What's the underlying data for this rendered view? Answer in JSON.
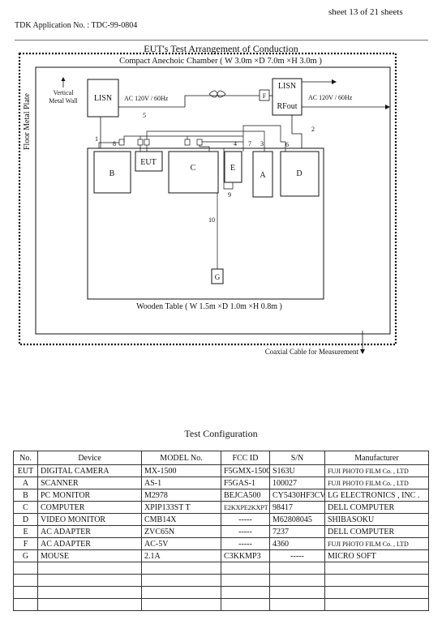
{
  "header": {
    "sheet": "sheet 13 of 21 sheets",
    "application": "TDK Application No. : TDC-99-0804"
  },
  "diagram": {
    "title": "EUT's Test Arrangement of Conduction",
    "chamber": "Compact Anechoic Chamber ( W 3.0m ×D 7.0m ×H 3.0m )",
    "floor_plate": "Floor Metal Plate",
    "wall_line1": "Vertical",
    "wall_line2": "Metal Wall",
    "lisn_left": "LISN",
    "lisn_right": "LISN",
    "rfout": "RFout",
    "ac_left": "AC 120V / 60Hz",
    "ac_right": "AC 120V / 60Hz",
    "filter": "F",
    "boxes": {
      "B": "B",
      "EUT": "EUT",
      "C": "C",
      "E": "E",
      "A": "A",
      "D": "D",
      "G": "G"
    },
    "cables": [
      "1",
      "2",
      "3",
      "4",
      "5",
      "6",
      "7",
      "8",
      "9",
      "10"
    ],
    "table": "Wooden Table ( W 1.5m ×D 1.0m ×H 0.8m )",
    "coax": "Coaxial Cable for Measurement"
  },
  "config": {
    "title": "Test Configuration",
    "columns": [
      "No.",
      "Device",
      "MODEL No.",
      "FCC ID",
      "S/N",
      "Manufacturer"
    ],
    "rows": [
      [
        "EUT",
        "DIGITAL CAMERA",
        "MX-1500",
        "F5GMX-1500",
        "S163U",
        "FUJI PHOTO FILM Co. , LTD"
      ],
      [
        "A",
        "SCANNER",
        "AS-1",
        "F5GAS-1",
        "100027",
        "FUJI PHOTO FILM Co. , LTD"
      ],
      [
        "B",
        "PC MONITOR",
        "M2978",
        "BEJCA500",
        "CY5430HF3CV",
        "LG ELECTRONICS , INC ."
      ],
      [
        "C",
        "COMPUTER",
        "XPIP133ST T",
        "E2KXPE2KXPT",
        "98417",
        "DELL COMPUTER"
      ],
      [
        "D",
        "VIDEO MONITOR",
        "CMB14X",
        "-----",
        "M62808045",
        "SHIBASOKU"
      ],
      [
        "E",
        "AC ADAPTER",
        "ZVC65N",
        "-----",
        "7237",
        "DELL COMPUTER"
      ],
      [
        "F",
        "AC ADAPTER",
        "AC-5V",
        "-----",
        "4360",
        "FUJI PHOTO FILM Co. , LTD"
      ],
      [
        "G",
        "MOUSE",
        "2.1A",
        "C3KKMP3",
        "-----",
        "MICRO SOFT"
      ],
      [
        "",
        "",
        "",
        "",
        "",
        ""
      ],
      [
        "",
        "",
        "",
        "",
        "",
        ""
      ],
      [
        "",
        "",
        "",
        "",
        "",
        ""
      ],
      [
        "",
        "",
        "",
        "",
        "",
        ""
      ]
    ]
  }
}
